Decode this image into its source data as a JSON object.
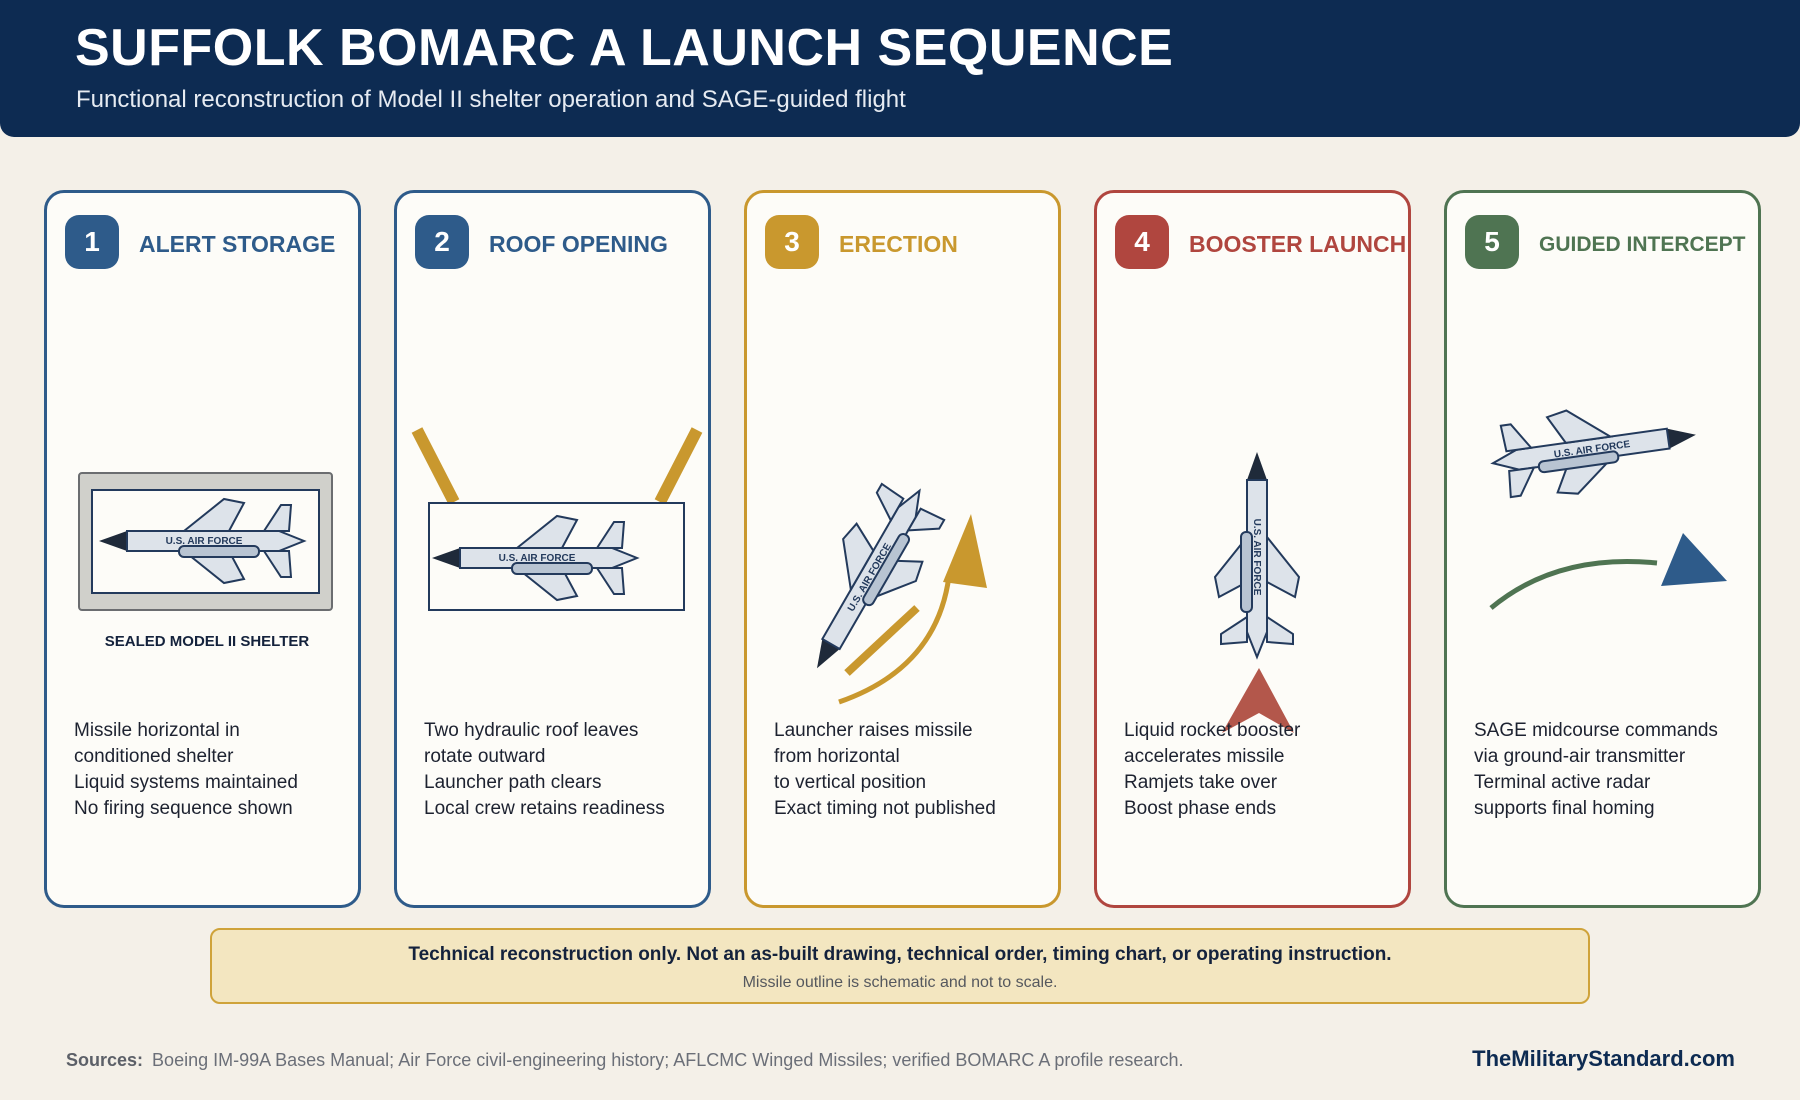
{
  "header": {
    "title": "SUFFOLK BOMARC A LAUNCH SEQUENCE",
    "subtitle": "Functional reconstruction of Model II shelter operation and SAGE-guided flight"
  },
  "steps": [
    {
      "number": "1",
      "title": "ALERT STORAGE",
      "color": "#2e5b8a",
      "caption": "SEALED MODEL II SHELTER",
      "lines": [
        "Missile horizontal in",
        "conditioned shelter",
        "Liquid systems maintained",
        "No firing sequence shown"
      ]
    },
    {
      "number": "2",
      "title": "ROOF OPENING",
      "color": "#2e5b8a",
      "lines": [
        "Two hydraulic roof leaves",
        "rotate outward",
        "Launcher path clears",
        "Local crew retains readiness"
      ]
    },
    {
      "number": "3",
      "title": "ERECTION",
      "color": "#c9982e",
      "lines": [
        "Launcher raises missile",
        "from horizontal",
        "to vertical position",
        "Exact timing not published"
      ]
    },
    {
      "number": "4",
      "title": "BOOSTER LAUNCH",
      "color": "#b0463f",
      "lines": [
        "Liquid rocket booster",
        "accelerates missile",
        "Ramjets take over",
        "Boost phase ends"
      ]
    },
    {
      "number": "5",
      "title": "GUIDED INTERCEPT",
      "color": "#4f7452",
      "lines": [
        "SAGE midcourse commands",
        "via ground-air transmitter",
        "Terminal active radar",
        "supports final homing"
      ]
    }
  ],
  "missile_marking": "U.S. AIR FORCE",
  "disclaimer": {
    "main": "Technical reconstruction only. Not an as-built drawing, technical order, timing chart, or operating instruction.",
    "sub": "Missile outline is schematic and not to scale."
  },
  "footer": {
    "sources_label": "Sources:",
    "sources_text": "Boeing IM-99A Bases Manual; Air Force civil-engineering history; AFLCMC Winged Missiles; verified BOMARC A profile research.",
    "brand": "TheMilitaryStandard.com"
  },
  "colors": {
    "navy": "#0d2b52",
    "blue": "#2e5b8a",
    "gold": "#c9982e",
    "red": "#b0463f",
    "green": "#4f7452",
    "missile_fill": "#dde3ea",
    "missile_stroke": "#233a5c"
  }
}
